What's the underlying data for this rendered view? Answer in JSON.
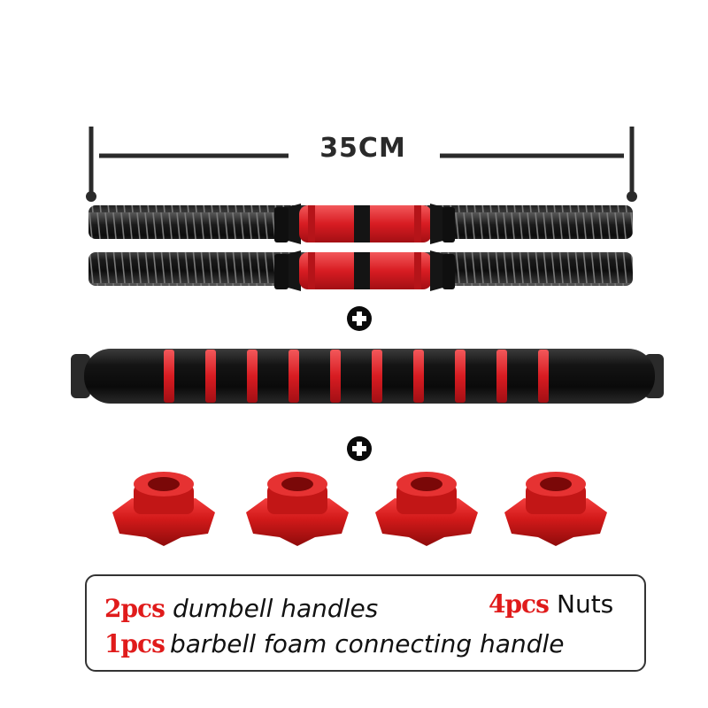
{
  "dimension": {
    "label": "35CM"
  },
  "caption": {
    "line1": {
      "qty": "2pcs",
      "text": "dumbell handles"
    },
    "nuts": {
      "qty": "4pcs",
      "text": "Nuts"
    },
    "line2": {
      "qty": "1pcs",
      "text": "barbell foam connecting handle"
    }
  },
  "colors": {
    "accent": "#e01b1b",
    "dark": "#1c1c1c"
  },
  "icons": [
    "plus-icon",
    "plus-icon"
  ]
}
